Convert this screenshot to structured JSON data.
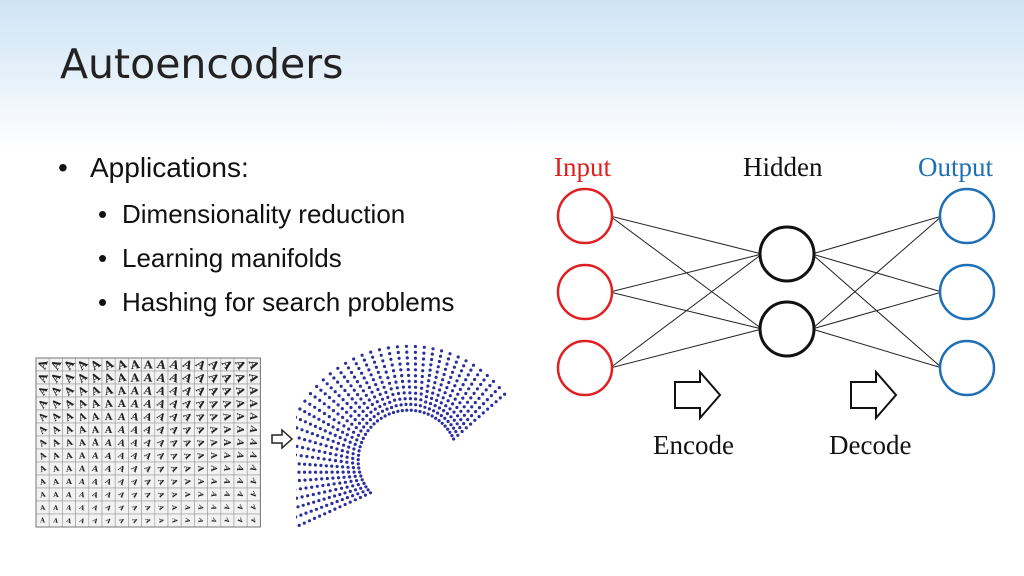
{
  "slide": {
    "title": "Autoencoders",
    "bullets": {
      "main": "Applications:",
      "sub": [
        "Dimensionality reduction",
        "Learning manifolds",
        "Hashing for search problems"
      ],
      "marker": "•"
    }
  },
  "network": {
    "labels": {
      "input": "Input",
      "hidden": "Hidden",
      "output": "Output",
      "encode": "Encode",
      "decode": "Decode"
    },
    "layers": {
      "input_nodes": 3,
      "hidden_nodes": 2,
      "output_nodes": 3
    },
    "colors": {
      "input": "#e02020",
      "hidden": "#111111",
      "output": "#1f6fb5"
    }
  },
  "manifold": {
    "dot_color": "#2b2f9e"
  },
  "sprite_grid": {
    "rows": 13,
    "cols": 17,
    "glyph": "A"
  },
  "icons": [
    "right-arrow-icon"
  ]
}
